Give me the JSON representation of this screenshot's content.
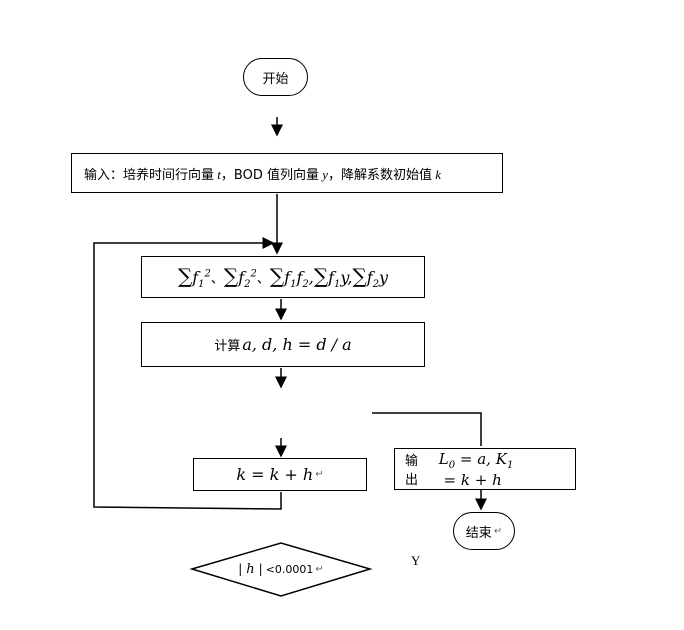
{
  "nodes": {
    "start": {
      "label": "开始"
    },
    "input": {
      "label_prefix": "输入：培养时间行向量",
      "var_t": "t",
      "label_mid1": "，BOD 值列向量",
      "var_y": "y",
      "label_mid2": "，降解系数初始值",
      "var_k": "k"
    },
    "sums": {
      "sigma": "∑",
      "f": "f",
      "sub1": "1",
      "sub2": "2",
      "sup2": "2",
      "y": "y",
      "sep1": "、",
      "sep2": "、",
      "comma": ","
    },
    "compute": {
      "label": "计算",
      "formula": "a, d, h = d / a"
    },
    "update": {
      "formula": "k = k + h",
      "return_mark": "↵"
    },
    "output": {
      "label": "输出",
      "L": "L",
      "sub0": "0",
      "eq1": " = a, ",
      "K": "K",
      "sub1": "1",
      "eq2": " = k + h"
    },
    "end": {
      "label": "结束",
      "return_mark": "↵"
    },
    "decision": {
      "abs_left": "|",
      "h": "h",
      "abs_right": "|",
      "cond": "<0.0001",
      "return_mark": "↵"
    }
  },
  "labels": {
    "yes": "Y"
  }
}
